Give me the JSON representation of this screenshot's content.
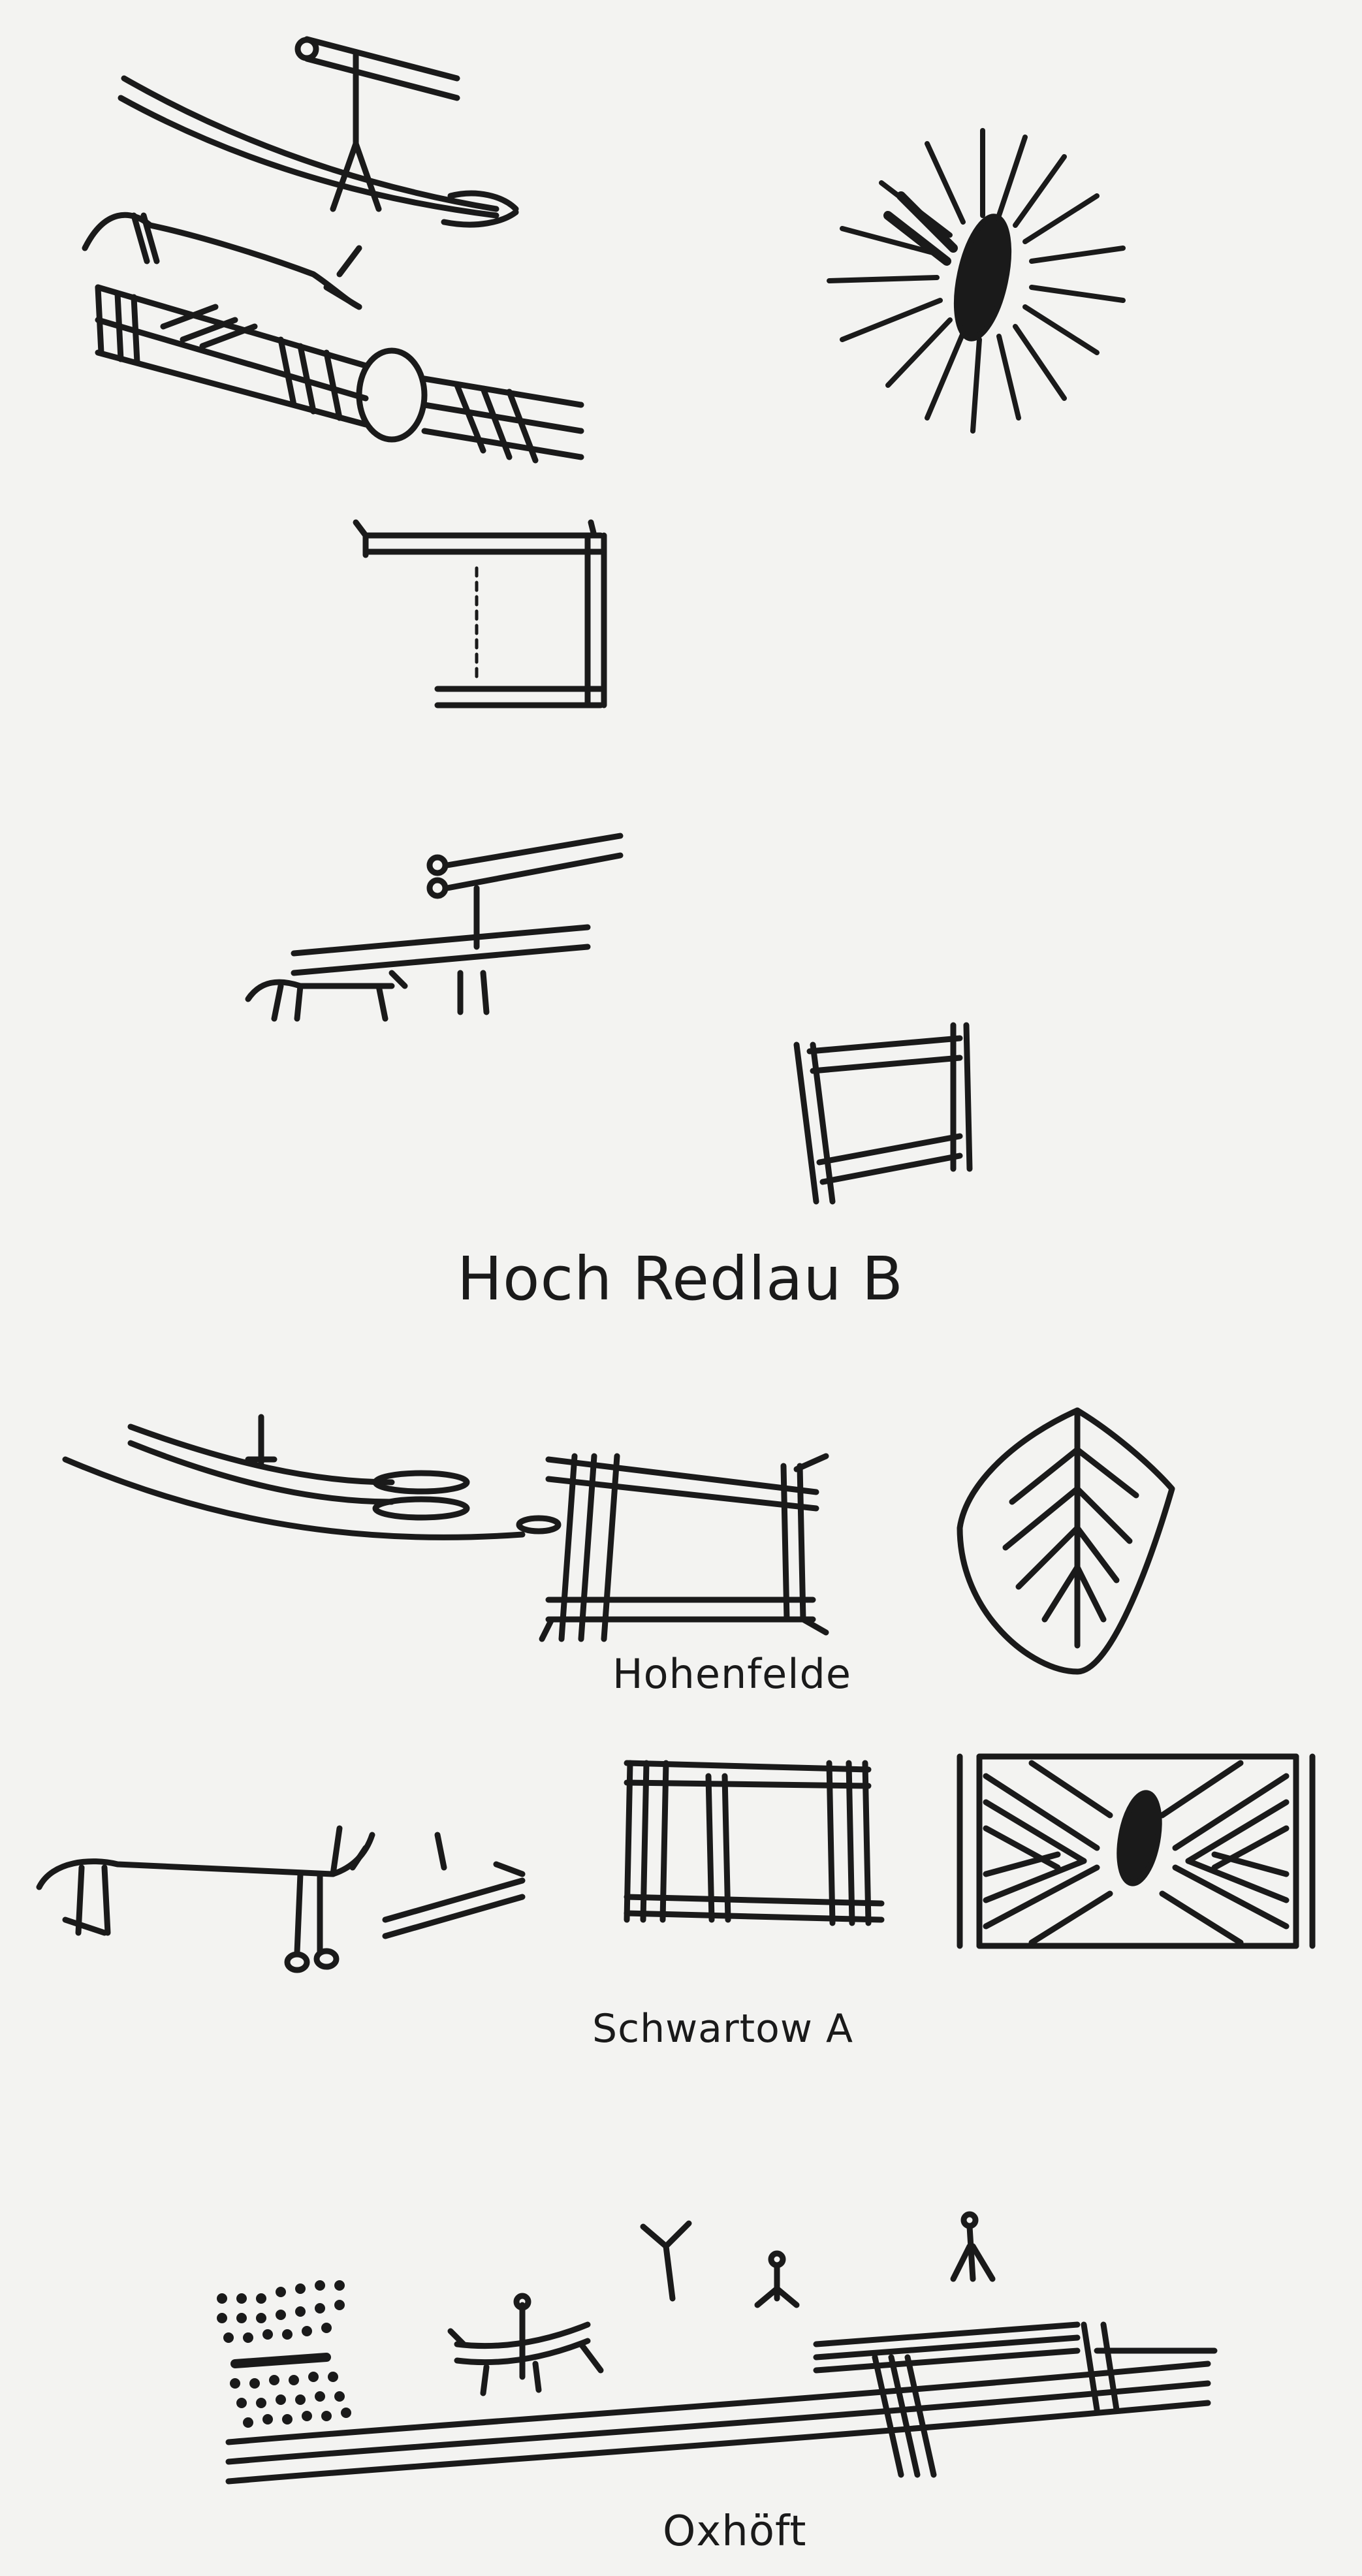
{
  "captions": {
    "hoch_redlau": "Hoch Redlau B",
    "hohenfelde": "Hohenfelde",
    "schwartow": "Schwartow A",
    "oxhoeft": "Oxhöft"
  },
  "colors": {
    "paper": "#f3f3f1",
    "ink": "#1a1a1a"
  },
  "icons": [
    "boat-icon",
    "sun-icon",
    "frame-icon",
    "chariot-icon",
    "animal-icon",
    "leaf-icon",
    "cupmark-panel-icon",
    "dots-icon",
    "figure-icon"
  ]
}
